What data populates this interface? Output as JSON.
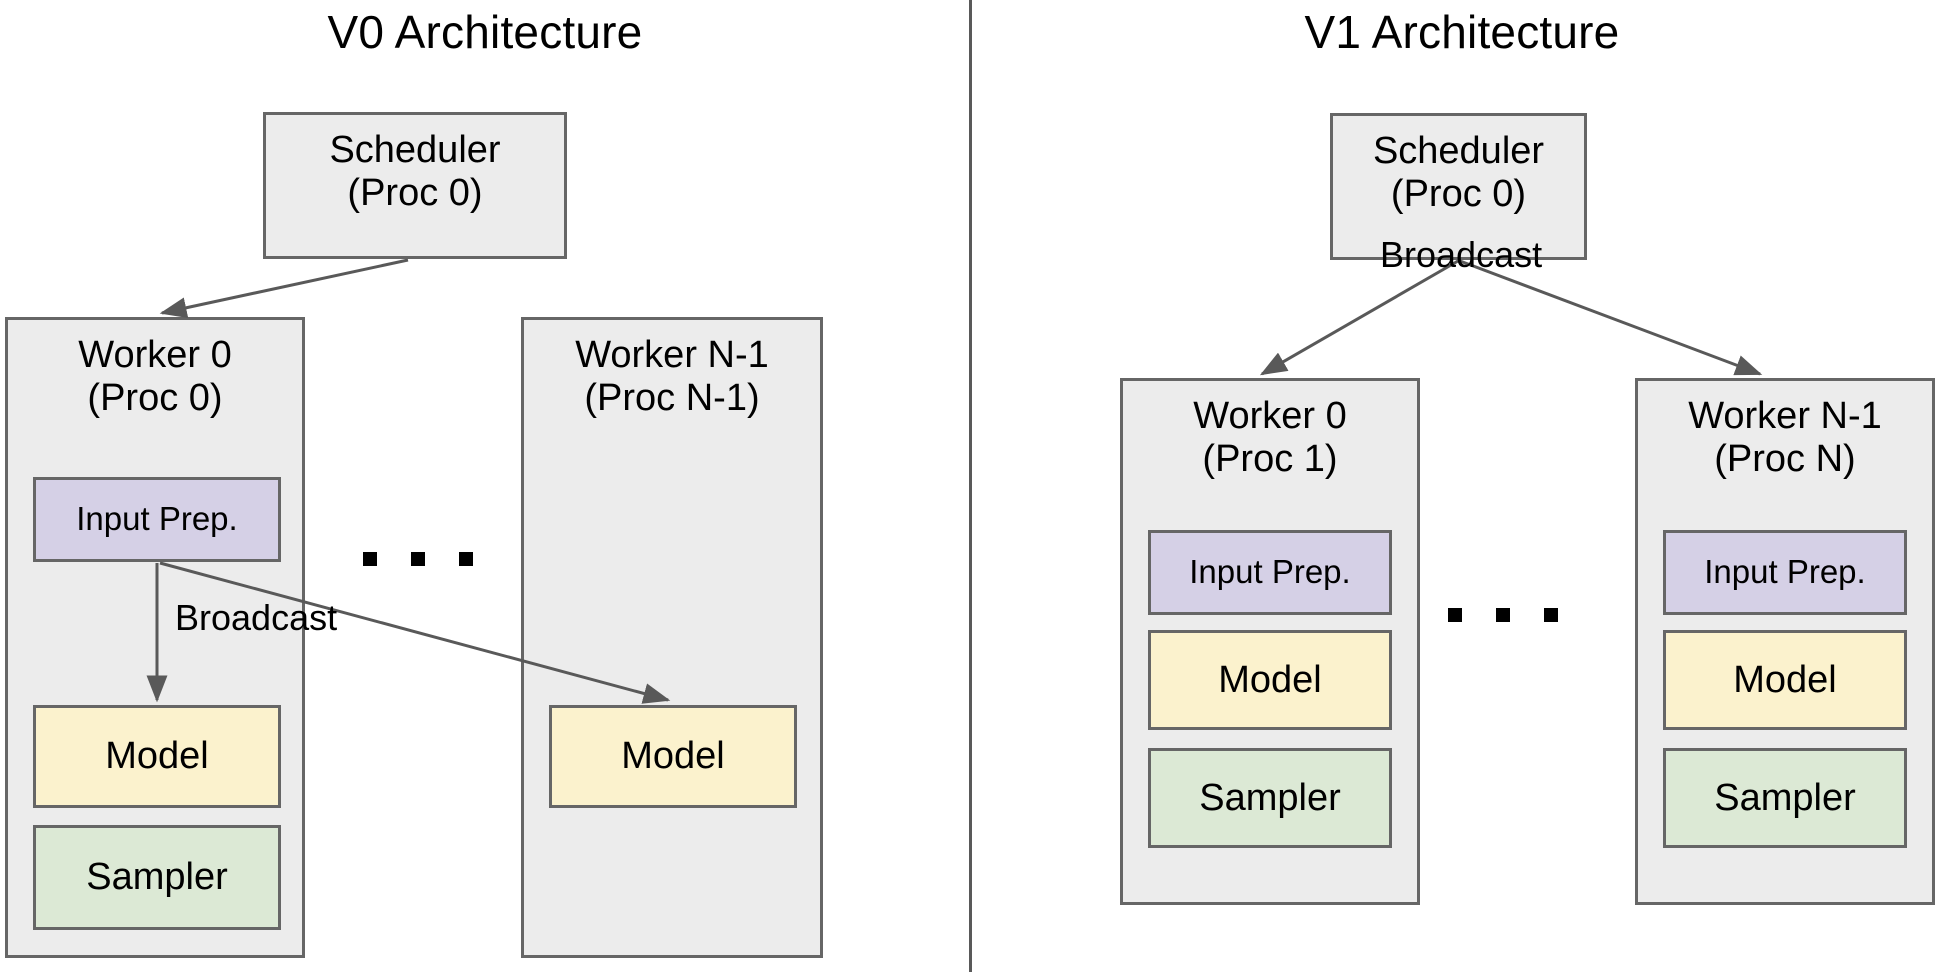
{
  "figure": {
    "background": "#ffffff",
    "node_fill_grey": "#ececec",
    "node_fill_purple": "#d5d0e6",
    "node_fill_yellow": "#fbf2cd",
    "node_fill_green": "#dce9d5",
    "node_border": "#666666",
    "edge_color": "#595959"
  },
  "panels": {
    "v0": {
      "title": "V0 Architecture",
      "scheduler": {
        "label": "Scheduler\n(Proc 0)"
      },
      "worker_0": {
        "label": "Worker 0\n(Proc 0)",
        "input_prep": "Input Prep.",
        "model": "Model",
        "sampler": "Sampler"
      },
      "worker_n": {
        "label": "Worker N-1\n(Proc N-1)",
        "model": "Model"
      },
      "broadcast_label": "Broadcast",
      "ellipsis": "..."
    },
    "v1": {
      "title": "V1 Architecture",
      "scheduler": {
        "label": "Scheduler\n(Proc 0)"
      },
      "worker_0": {
        "label": "Worker 0\n(Proc 1)",
        "input_prep": "Input Prep.",
        "model": "Model",
        "sampler": "Sampler"
      },
      "worker_n": {
        "label": "Worker N-1\n(Proc N)",
        "input_prep": "Input Prep.",
        "model": "Model",
        "sampler": "Sampler"
      },
      "broadcast_label": "Broadcast",
      "ellipsis": "..."
    }
  }
}
